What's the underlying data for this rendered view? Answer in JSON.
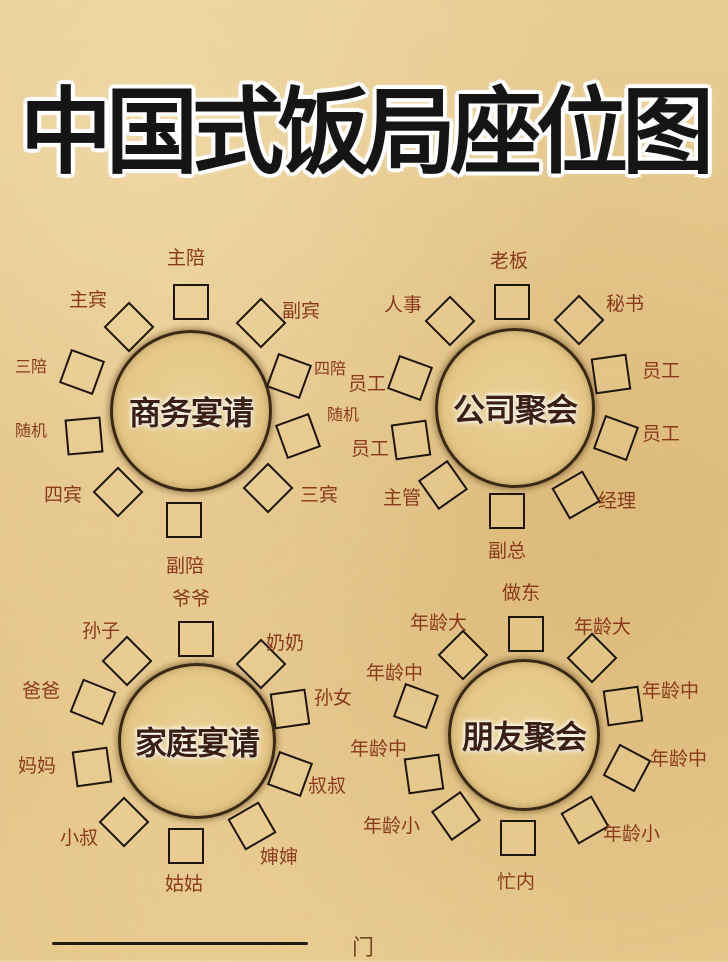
{
  "title": "中国式饭局座位图",
  "colors": {
    "background": "#e4c68a",
    "label": "#8a3a1c",
    "title": "#151515",
    "table_border": "#3a2a14",
    "seat_border": "#1e160e"
  },
  "tables": [
    {
      "name": "商务宴请",
      "seats": [
        {
          "label": "主陪",
          "position": "top"
        },
        {
          "label": "副宾",
          "position": "top-right"
        },
        {
          "label": "四陪",
          "position": "right-upper"
        },
        {
          "label": "随机",
          "position": "right-lower"
        },
        {
          "label": "三宾",
          "position": "bottom-right"
        },
        {
          "label": "副陪",
          "position": "bottom"
        },
        {
          "label": "四宾",
          "position": "bottom-left"
        },
        {
          "label": "随机",
          "position": "left-lower"
        },
        {
          "label": "三陪",
          "position": "left-upper"
        },
        {
          "label": "主宾",
          "position": "top-left"
        }
      ]
    },
    {
      "name": "公司聚会",
      "seats": [
        {
          "label": "老板",
          "position": "top"
        },
        {
          "label": "秘书",
          "position": "top-right"
        },
        {
          "label": "员工",
          "position": "right-upper"
        },
        {
          "label": "员工",
          "position": "right-lower"
        },
        {
          "label": "经理",
          "position": "bottom-right"
        },
        {
          "label": "副总",
          "position": "bottom"
        },
        {
          "label": "主管",
          "position": "bottom-left"
        },
        {
          "label": "员工",
          "position": "left-lower"
        },
        {
          "label": "员工",
          "position": "left-upper"
        },
        {
          "label": "人事",
          "position": "top-left"
        }
      ]
    },
    {
      "name": "家庭宴请",
      "seats": [
        {
          "label": "爷爷",
          "position": "top"
        },
        {
          "label": "奶奶",
          "position": "top-right"
        },
        {
          "label": "孙女",
          "position": "right-upper"
        },
        {
          "label": "叔叔",
          "position": "right-lower"
        },
        {
          "label": "婶婶",
          "position": "bottom-right"
        },
        {
          "label": "姑姑",
          "position": "bottom"
        },
        {
          "label": "小叔",
          "position": "bottom-left"
        },
        {
          "label": "妈妈",
          "position": "left-lower"
        },
        {
          "label": "爸爸",
          "position": "left-upper"
        },
        {
          "label": "孙子",
          "position": "top-left"
        }
      ]
    },
    {
      "name": "朋友聚会",
      "seats": [
        {
          "label": "做东",
          "position": "top"
        },
        {
          "label": "年龄大",
          "position": "top-right"
        },
        {
          "label": "年龄中",
          "position": "right-upper"
        },
        {
          "label": "年龄中",
          "position": "right-lower"
        },
        {
          "label": "年龄小",
          "position": "bottom-right"
        },
        {
          "label": "忙内",
          "position": "bottom"
        },
        {
          "label": "年龄小",
          "position": "bottom-left"
        },
        {
          "label": "年龄中",
          "position": "left-lower"
        },
        {
          "label": "年龄中",
          "position": "left-upper"
        },
        {
          "label": "年龄大",
          "position": "top-left"
        }
      ]
    }
  ],
  "door": {
    "label": "门"
  }
}
